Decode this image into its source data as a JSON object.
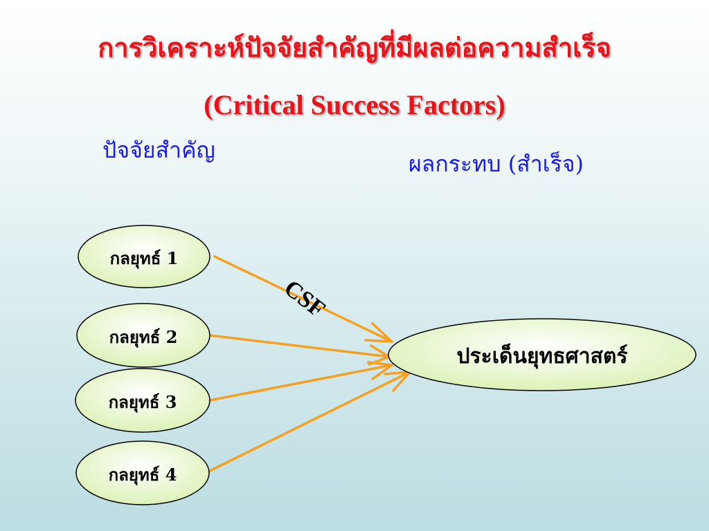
{
  "title": {
    "thai": "การวิเคราะห์ปัจจัยสำคัญที่มีผลต่อความสำเร็จ",
    "english": "(Critical Success Factors)"
  },
  "labels": {
    "factors": "ปัจจัยสำคัญ",
    "impact": "ผลกระทบ (สำเร็จ)",
    "csf": "CSF"
  },
  "nodes": {
    "strategies": [
      "กลยุทธ์ 1",
      "กลยุทธ์ 2",
      "กลยุทธ์ 3",
      "กลยุทธ์ 4"
    ],
    "target": "ประเด็นยุทธศาสตร์"
  },
  "colors": {
    "title": "#e8141c",
    "labels": "#1a1ae6",
    "arrows": "#f5a020",
    "ellipse_fill": "#e6f6c6",
    "ellipse_stroke": "#000000"
  }
}
